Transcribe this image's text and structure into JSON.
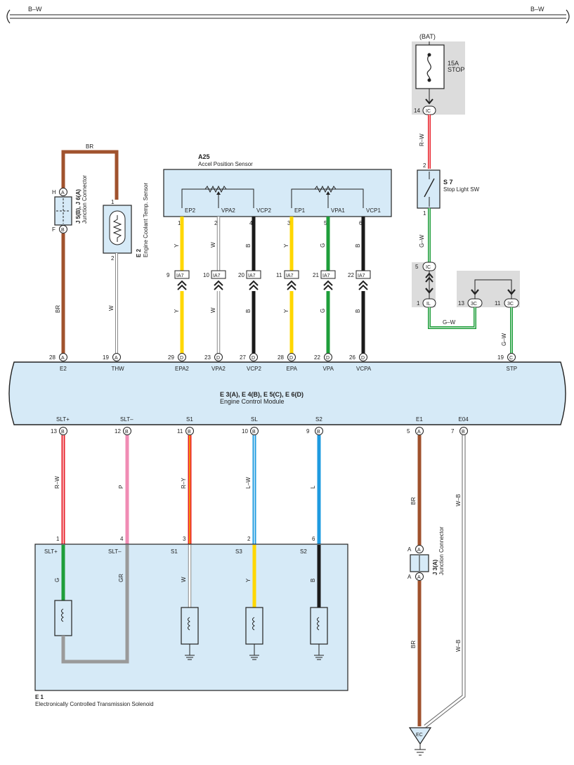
{
  "bus": {
    "left_label": "B–W",
    "right_label": "B–W"
  },
  "power": {
    "bat_label": "(BAT)",
    "fuse_amp": "15A",
    "fuse_name": "STOP",
    "pin_14": "14",
    "conn_ic": "IC",
    "wire_rw": "R–W"
  },
  "stop_sw": {
    "code": "S 7",
    "name": "Stop Light SW",
    "pin_2": "2",
    "pin_1": "1",
    "wire_gw": "G–W"
  },
  "lower_junction": {
    "pin_5": "5",
    "conn_ic": "IC",
    "pin_1": "1",
    "conn_il": "IL",
    "pin_13": "13",
    "pin_11": "11",
    "conn_3c": "3C",
    "wire_gw_h": "G–W",
    "wire_gw_v": "G–W"
  },
  "jc_top": {
    "label": "J 5(B), J 6(A)",
    "desc": "Junction Connector",
    "pin_h": "H",
    "pin_f": "F",
    "conn_a": "A",
    "conn_b": "B",
    "wire_br_top": "BR",
    "wire_br": "BR"
  },
  "coolant": {
    "code": "E 2",
    "name": "Engine Coolant Temp. Sensor",
    "pin_1": "1",
    "pin_2": "2",
    "wire_w": "W"
  },
  "accel": {
    "code": "A25",
    "name": "Accel Position Sensor",
    "terminals": [
      "EP2",
      "VPA2",
      "VCP2",
      "EP1",
      "VPA1",
      "VCP1"
    ],
    "pins": [
      "1",
      "2",
      "4",
      "3",
      "5",
      "6"
    ],
    "wire_colors": [
      "Y",
      "W",
      "B",
      "Y",
      "G",
      "B"
    ],
    "ia7_pins": [
      "9",
      "10",
      "20",
      "11",
      "21",
      "22"
    ],
    "ia7": "IA7"
  },
  "ecm": {
    "code": "E 3(A), E 4(B), E 5(C), E 6(D)",
    "name": "Engine Control Module",
    "top_terms": [
      "E2",
      "THW",
      "EPA2",
      "VPA2",
      "VCP2",
      "EPA",
      "VPA",
      "VCPA",
      "STP"
    ],
    "top_pins": [
      "28",
      "19",
      "29",
      "23",
      "27",
      "28",
      "22",
      "26",
      "19"
    ],
    "top_conns": [
      "A",
      "A",
      "D",
      "D",
      "D",
      "D",
      "D",
      "D",
      "C"
    ],
    "bottom_terms": [
      "SLT+",
      "SLT–",
      "S1",
      "SL",
      "S2",
      "E1",
      "E04"
    ],
    "bottom_pins": [
      "13",
      "12",
      "11",
      "10",
      "9",
      "5",
      "7"
    ],
    "bottom_conns": [
      "B",
      "B",
      "B",
      "B",
      "B",
      "A",
      "B"
    ],
    "bottom_wires": [
      "R–W",
      "P",
      "R–Y",
      "L–W",
      "L",
      "BR",
      "W–B"
    ]
  },
  "solenoid": {
    "code": "E 1",
    "name": "Electronically Controlled Transmission Solenoid",
    "terms": [
      "SLT+",
      "SLT–",
      "S1",
      "S3",
      "S2"
    ],
    "pins": [
      "1",
      "4",
      "3",
      "2",
      "6"
    ],
    "inner_wires": [
      "G",
      "GR",
      "W",
      "Y",
      "B"
    ]
  },
  "jc_bottom": {
    "label": "J 3(A)",
    "desc": "Junction Connector",
    "pin_a": "A",
    "wire_br": "BR",
    "wire_wb": "W–B"
  },
  "ground": {
    "label": "EC"
  },
  "colors": {
    "panel": "#d6eaf7",
    "gray_panel": "#dcdcdc",
    "br": "#a0522d",
    "y": "#ffd700",
    "g": "#1e9e3a",
    "b": "#1a1a1a",
    "red": "#e8202a",
    "pink": "#f08cb4",
    "blue": "#1e9be0",
    "gray": "#9a9a9a"
  }
}
